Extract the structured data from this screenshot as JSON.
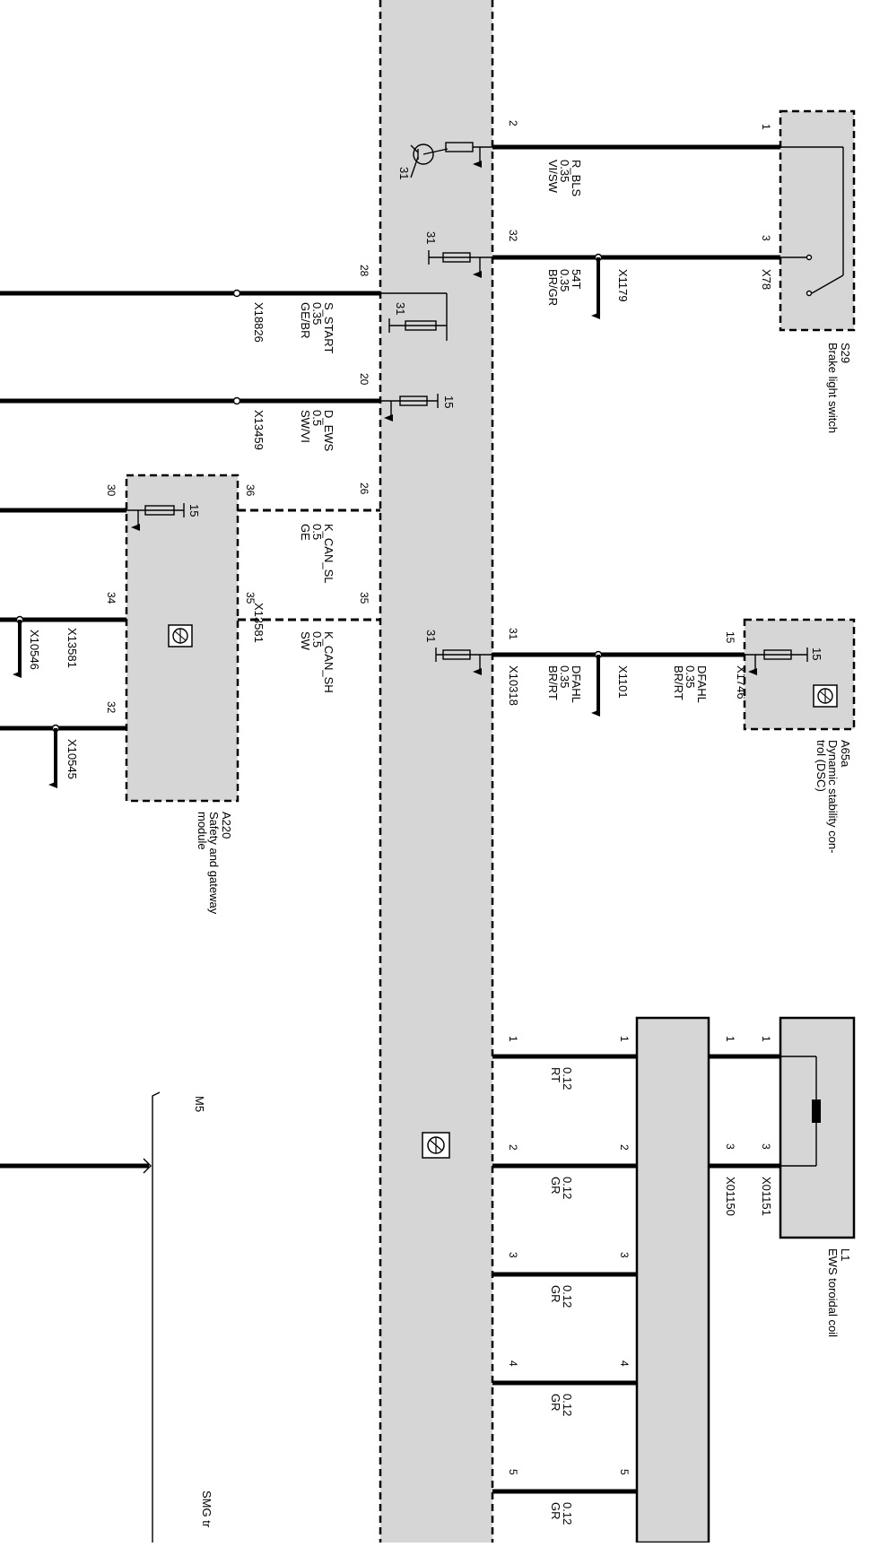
{
  "diagram": {
    "colors": {
      "module_fill": "#d6d6d6",
      "line": "#000000",
      "background": "#ffffff"
    },
    "main_pins": {
      "p28": "28",
      "p20": "20",
      "p26": "26",
      "p35": "35",
      "p2": "2",
      "p32": "32",
      "p31": "31"
    },
    "ground_labels": {
      "g31": "31",
      "v15": "15"
    },
    "wires": {
      "r_bls": {
        "line1": "R_BLS",
        "line2": "0.35",
        "line3": "VI/SW"
      },
      "t54": {
        "line1": "54T",
        "line2": "0.35",
        "line3": "BR/GR",
        "connector": "X1179"
      },
      "s_start": {
        "line1": "S_START",
        "line2": "0.35",
        "line3": "GE/BR",
        "connector": "X18826"
      },
      "d_ews": {
        "line1": "D_EWS",
        "line2": "0.5",
        "line3": "SW/VI",
        "connector": "X13459"
      },
      "k_can_sl": {
        "line1": "K_CAN_SL",
        "line2": "0.5",
        "line3": "GE"
      },
      "k_can_sh": {
        "line1": "K_CAN_SH",
        "line2": "0.5",
        "line3": "SW",
        "connector": "X13581"
      },
      "dfahl_a": {
        "line1": "DFAHL",
        "line2": "0.35",
        "line3": "BR/RT",
        "connector": "X10318"
      },
      "dfahl_b": {
        "line1": "DFAHL",
        "line2": "0.35",
        "line3": "BR/RT",
        "connector": "X1746"
      },
      "x1101": "X1101"
    },
    "s29": {
      "id": "S29",
      "name": "Brake light switch",
      "pin1": "1",
      "pin3": "3",
      "connector": "X78"
    },
    "a65a": {
      "id": "A65a",
      "name_line1": "Dynamic stability con-",
      "name_line2": "trol (DSC)",
      "pin15": "15"
    },
    "a220": {
      "id": "A220",
      "name_line1": "Safety and gateway",
      "name_line2": "module",
      "pins": {
        "p30": "30",
        "p36": "36",
        "p34": "34",
        "p35": "35",
        "p32": "32"
      },
      "conn_a": "X10546",
      "conn_b": "X10545",
      "conn_c": "X13581"
    },
    "l1": {
      "id": "L1",
      "name": "EWS toroidal coil",
      "pin1": "1",
      "pin3": "3",
      "conn_a": "X01151",
      "conn_b": "X01150"
    },
    "bottom_wires": [
      {
        "pin": "1",
        "size": "0.12",
        "color": "RT"
      },
      {
        "pin": "2",
        "size": "0.12",
        "color": "GR"
      },
      {
        "pin": "3",
        "size": "0.12",
        "color": "GR"
      },
      {
        "pin": "4",
        "size": "0.12",
        "color": "GR"
      },
      {
        "pin": "5",
        "size": "0.12",
        "color": "GR"
      }
    ],
    "side_notes": {
      "m5": "M5",
      "smg": "SMG tr"
    }
  }
}
